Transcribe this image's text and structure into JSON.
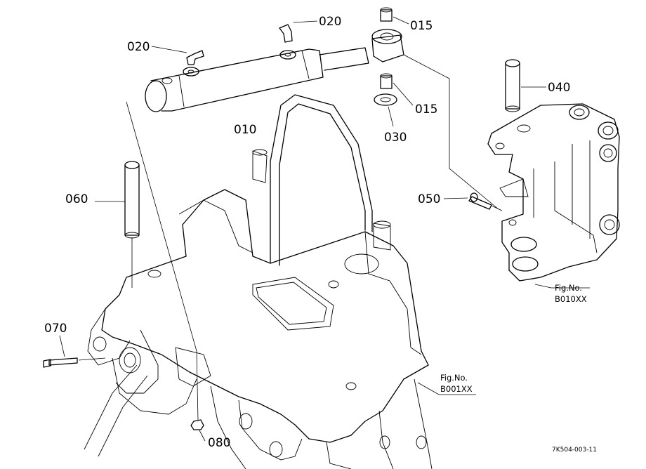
{
  "callouts": {
    "p010": "010",
    "p015_top": "015",
    "p015_bottom": "015",
    "p020_left": "020",
    "p020_right": "020",
    "p030": "030",
    "p040": "040",
    "p050": "050",
    "p060": "060",
    "p070": "070",
    "p080": "080"
  },
  "fig_refs": {
    "ref1": {
      "label": "Fig.No.",
      "code": "B010XX"
    },
    "ref2": {
      "label": "Fig.No.",
      "code": "B001XX"
    }
  },
  "drawing_code": "7K504-003-11"
}
